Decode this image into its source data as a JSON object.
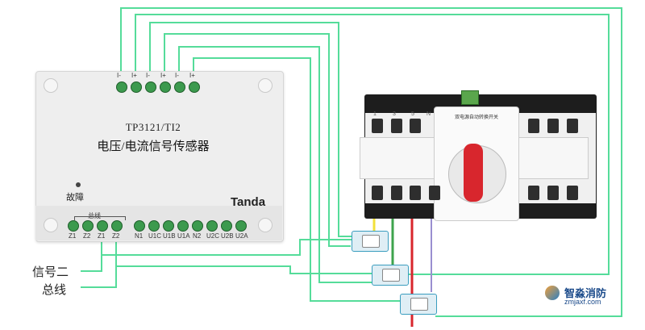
{
  "module": {
    "model": "TP3121/TI2",
    "title": "电压/电流信号传感器",
    "brand": "Tanda",
    "fault_label": "故障",
    "bus_label": "总线",
    "top_terminals": [
      "I-",
      "I+",
      "I-",
      "I+",
      "I-",
      "I+"
    ],
    "bottom_terminals": [
      "Z1",
      "Z2",
      "Z1",
      "Z2",
      "N1",
      "U1C",
      "U1B",
      "U1A",
      "N2",
      "U2C",
      "U2B",
      "U2A"
    ]
  },
  "side_labels": [
    "信号二",
    "总线"
  ],
  "ats": {
    "header": "双电源自动转换开关",
    "top_numbers": [
      "1",
      "3",
      "5",
      "N"
    ]
  },
  "logo": {
    "name": "智淼消防",
    "url": "zmjaxf.com"
  },
  "colors": {
    "wire": "#55dc9a",
    "terminal": "#3c9a4e",
    "lever": "#d8262d"
  }
}
